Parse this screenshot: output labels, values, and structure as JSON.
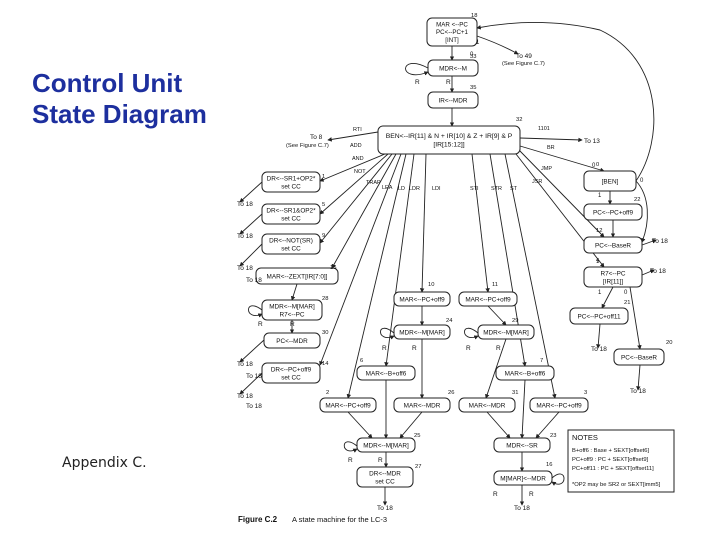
{
  "slide": {
    "title_line1": "Control Unit",
    "title_line2": "State Diagram",
    "footer": "Appendix C."
  },
  "figure": {
    "label": "Figure C.2",
    "caption": "A state machine for the LC-3",
    "notes_title": "NOTES",
    "notes": [
      "B+off6 : Base + SEXT[offset6]",
      "PC+off9 : PC + SEXT[offset9]",
      "PC+off11 : PC + SEXT[offset11]",
      "*OP2 may be SR2 or SEXT[imm5]"
    ]
  },
  "colors": {
    "title": "#1d2f9e",
    "stroke": "#222222"
  },
  "states": [
    {
      "id": "s18",
      "num": "18",
      "lines": [
        "MAR <--PC",
        "PC<--PC+1",
        "[INT]"
      ]
    },
    {
      "id": "s33",
      "num": "33",
      "lines": [
        "MDR<--M"
      ]
    },
    {
      "id": "s35",
      "num": "35",
      "lines": [
        "IR<--MDR"
      ]
    },
    {
      "id": "s32",
      "num": "32",
      "lines": [
        "BEN<--IR[11] & N + IR[10] & Z + IR[9] & P",
        "[IR[15:12]]"
      ]
    },
    {
      "id": "s1",
      "num": "1",
      "lines": [
        "DR<--SR1+OP2*",
        "set CC"
      ]
    },
    {
      "id": "s5",
      "num": "5",
      "lines": [
        "DR<--SR1&OP2*",
        "set CC"
      ]
    },
    {
      "id": "s9",
      "num": "9",
      "lines": [
        "DR<--NOT(SR)",
        "set CC"
      ]
    },
    {
      "id": "s15",
      "num": "15",
      "lines": [
        "MAR<--ZEXT[IR[7:0]]"
      ]
    },
    {
      "id": "s28",
      "num": "28",
      "lines": [
        "MDR<--M[MAR]",
        "R7<--PC"
      ]
    },
    {
      "id": "s30",
      "num": "30",
      "lines": [
        "PC<--MDR"
      ]
    },
    {
      "id": "s14",
      "num": "14",
      "lines": [
        "DR<--PC+off9",
        "set CC"
      ]
    },
    {
      "id": "s0",
      "num": "0",
      "lines": [
        "[BEN]"
      ]
    },
    {
      "id": "s22",
      "num": "22",
      "lines": [
        "PC<--PC+off9"
      ]
    },
    {
      "id": "s12",
      "num": "12",
      "lines": [
        "PC<--BaseR"
      ]
    },
    {
      "id": "s4",
      "num": "4",
      "lines": [
        "R7<--PC",
        "[IR[11]]"
      ]
    },
    {
      "id": "s21",
      "num": "21",
      "lines": [
        "PC<--PC+off11"
      ]
    },
    {
      "id": "s20",
      "num": "20",
      "lines": [
        "PC<--BaseR"
      ]
    },
    {
      "id": "s10",
      "num": "10",
      "lines": [
        "MAR<--PC+off9"
      ]
    },
    {
      "id": "s11",
      "num": "11",
      "lines": [
        "MAR<--PC+off9"
      ]
    },
    {
      "id": "s24",
      "num": "24",
      "lines": [
        "MDR<--M[MAR]"
      ]
    },
    {
      "id": "s29",
      "num": "29",
      "lines": [
        "MDR<--M[MAR]"
      ]
    },
    {
      "id": "s6",
      "num": "6",
      "lines": [
        "MAR<--B+off6"
      ]
    },
    {
      "id": "s7",
      "num": "7",
      "lines": [
        "MAR<--B+off6"
      ]
    },
    {
      "id": "s2",
      "num": "2",
      "lines": [
        "MAR<--PC+off9"
      ]
    },
    {
      "id": "s26",
      "num": "26",
      "lines": [
        "MAR<--MDR"
      ]
    },
    {
      "id": "s31",
      "num": "31",
      "lines": [
        "MAR<--MDR"
      ]
    },
    {
      "id": "s3",
      "num": "3",
      "lines": [
        "MAR<--PC+off9"
      ]
    },
    {
      "id": "s25",
      "num": "25",
      "lines": [
        "MDR<--M[MAR]"
      ]
    },
    {
      "id": "s27",
      "num": "27",
      "lines": [
        "DR<--MDR",
        "set CC"
      ]
    },
    {
      "id": "s23",
      "num": "23",
      "lines": [
        "MDR<--SR"
      ]
    },
    {
      "id": "s16",
      "num": "16",
      "lines": [
        "M[MAR]<--MDR"
      ]
    }
  ],
  "labels": [
    {
      "id": "to49",
      "text": "To 49"
    },
    {
      "id": "seeC7a",
      "text": "(See Figure C.7)"
    },
    {
      "id": "to8",
      "text": "To 8"
    },
    {
      "id": "seeC7b",
      "text": "(See Figure C.7)"
    },
    {
      "id": "to13",
      "text": "To 13"
    },
    {
      "id": "rti",
      "text": "RTI"
    },
    {
      "id": "add",
      "text": "ADD"
    },
    {
      "id": "and",
      "text": "AND"
    },
    {
      "id": "not",
      "text": "NOT"
    },
    {
      "id": "trap",
      "text": "TRAP"
    },
    {
      "id": "lea",
      "text": "LEA"
    },
    {
      "id": "ld",
      "text": "LD"
    },
    {
      "id": "ldr",
      "text": "LDR"
    },
    {
      "id": "ldi",
      "text": "LDI"
    },
    {
      "id": "sti",
      "text": "STI"
    },
    {
      "id": "str",
      "text": "STR"
    },
    {
      "id": "stl",
      "text": "ST"
    },
    {
      "id": "jsr",
      "text": "JSR"
    },
    {
      "id": "jmp",
      "text": "JMP"
    },
    {
      "id": "br",
      "text": "BR"
    },
    {
      "id": "op1101",
      "text": "1101"
    },
    {
      "id": "t1",
      "text": "To 18"
    },
    {
      "id": "t2",
      "text": "To 18"
    },
    {
      "id": "t3",
      "text": "To 18"
    },
    {
      "id": "t4",
      "text": "To 18"
    },
    {
      "id": "t5",
      "text": "To 18"
    },
    {
      "id": "t6",
      "text": "To 18"
    },
    {
      "id": "t7",
      "text": "To 18"
    },
    {
      "id": "t8",
      "text": "To 18"
    },
    {
      "id": "t9",
      "text": "To 18"
    },
    {
      "id": "t10",
      "text": "To 18"
    },
    {
      "id": "t11",
      "text": "To 18"
    },
    {
      "id": "t12",
      "text": "To 18"
    },
    {
      "id": "t13",
      "text": "To 18"
    },
    {
      "id": "t14",
      "text": "To 18"
    },
    {
      "id": "r1",
      "text": "R"
    },
    {
      "id": "r2",
      "text": "R"
    },
    {
      "id": "r3",
      "text": "R"
    },
    {
      "id": "r4",
      "text": "R"
    },
    {
      "id": "r5",
      "text": "R"
    },
    {
      "id": "r6",
      "text": "R"
    },
    {
      "id": "r7",
      "text": "R"
    },
    {
      "id": "r8",
      "text": "R"
    },
    {
      "id": "r9",
      "text": "R"
    },
    {
      "id": "r10",
      "text": "R"
    },
    {
      "id": "r11",
      "text": "R"
    },
    {
      "id": "r12",
      "text": "R"
    },
    {
      "id": "b1",
      "text": "1"
    },
    {
      "id": "b0",
      "text": "0"
    },
    {
      "id": "b2",
      "text": "1"
    },
    {
      "id": "b3",
      "text": "0"
    },
    {
      "id": "b4",
      "text": "1"
    },
    {
      "id": "b5",
      "text": "0"
    },
    {
      "id": "b6",
      "text": "0"
    },
    {
      "id": "b7",
      "text": "1"
    }
  ]
}
